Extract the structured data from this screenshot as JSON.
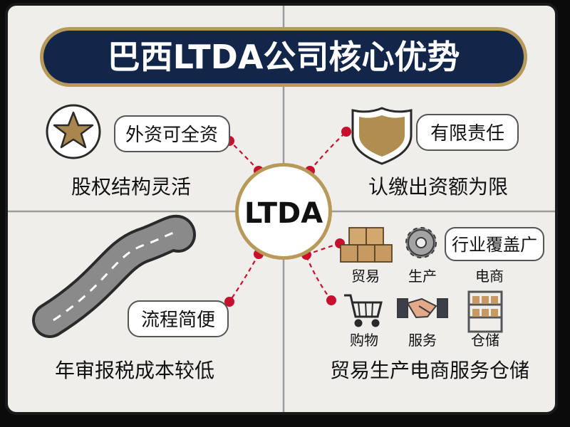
{
  "title": "巴西LTDA公司核心优势",
  "center": {
    "label": "LTDA"
  },
  "quadrants": {
    "top_left": {
      "tag": "外资可全资",
      "caption": "股权结构灵活"
    },
    "top_right": {
      "tag": "有限责任",
      "caption": "认缴出资额为限"
    },
    "bottom_left": {
      "tag": "流程简便",
      "caption": "年审报税成本较低"
    },
    "bottom_right": {
      "tag": "行业覆盖广",
      "caption": "贸易生产电商服务仓储",
      "industries": [
        {
          "label": "贸易",
          "icon": "boxes-icon"
        },
        {
          "label": "生产",
          "icon": "gear-icon"
        },
        {
          "label": "电商",
          "icon": ""
        },
        {
          "label": "购物",
          "icon": "shopping-cart-icon"
        },
        {
          "label": "服务",
          "icon": "handshake-icon"
        },
        {
          "label": "仓储",
          "icon": "warehouse-shelf-icon"
        }
      ]
    }
  },
  "colors": {
    "title_bg": "#12264a",
    "title_text": "#ffffff",
    "gold": "#b79a5a",
    "connector_red": "#c8102e",
    "paper": "#efeeea",
    "star_fill": "#a9864e",
    "shield_fill": "#b08d50"
  }
}
